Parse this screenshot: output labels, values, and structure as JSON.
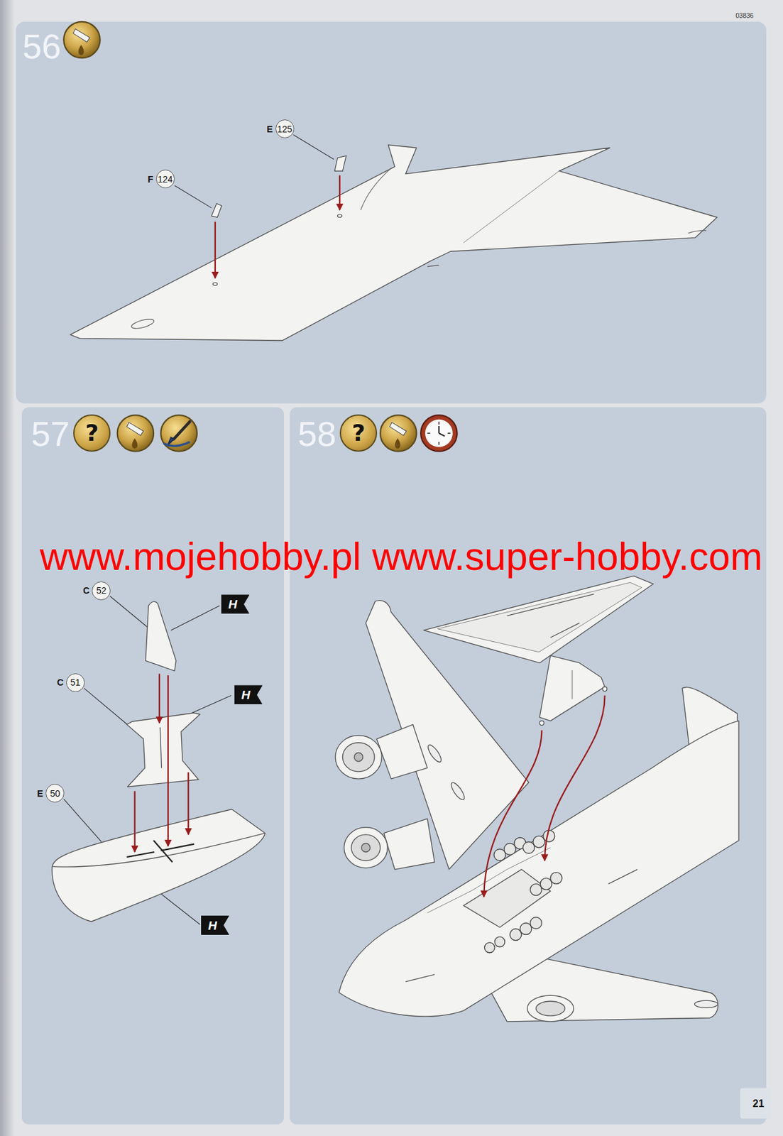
{
  "diagram": {
    "nodes": [
      {
        "text": [
          "56"
        ]
      },
      {
        "text": [
          "E",
          "125"
        ],
        "in": 0
      },
      {
        "text": [
          "F",
          "124"
        ],
        "in": 0
      },
      {
        "text": [
          "57"
        ]
      },
      {
        "text": [
          "?"
        ],
        "in": 3
      },
      {
        "text": [
          "C",
          "52"
        ],
        "in": 3
      },
      {
        "text": [
          "H"
        ],
        "in": 3
      },
      {
        "text": [
          "C",
          "51"
        ],
        "in": 3
      },
      {
        "text": [
          "H"
        ],
        "in": 3
      },
      {
        "text": [
          "E",
          "50"
        ],
        "in": 3
      },
      {
        "text": [
          "H"
        ],
        "in": 3
      },
      {
        "text": [
          "58"
        ]
      },
      {
        "text": [
          "?"
        ],
        "in": 11
      }
    ],
    "labels": [
      "03836",
      "www.mojehobby.pl www.super-hobby.com",
      "21"
    ]
  }
}
